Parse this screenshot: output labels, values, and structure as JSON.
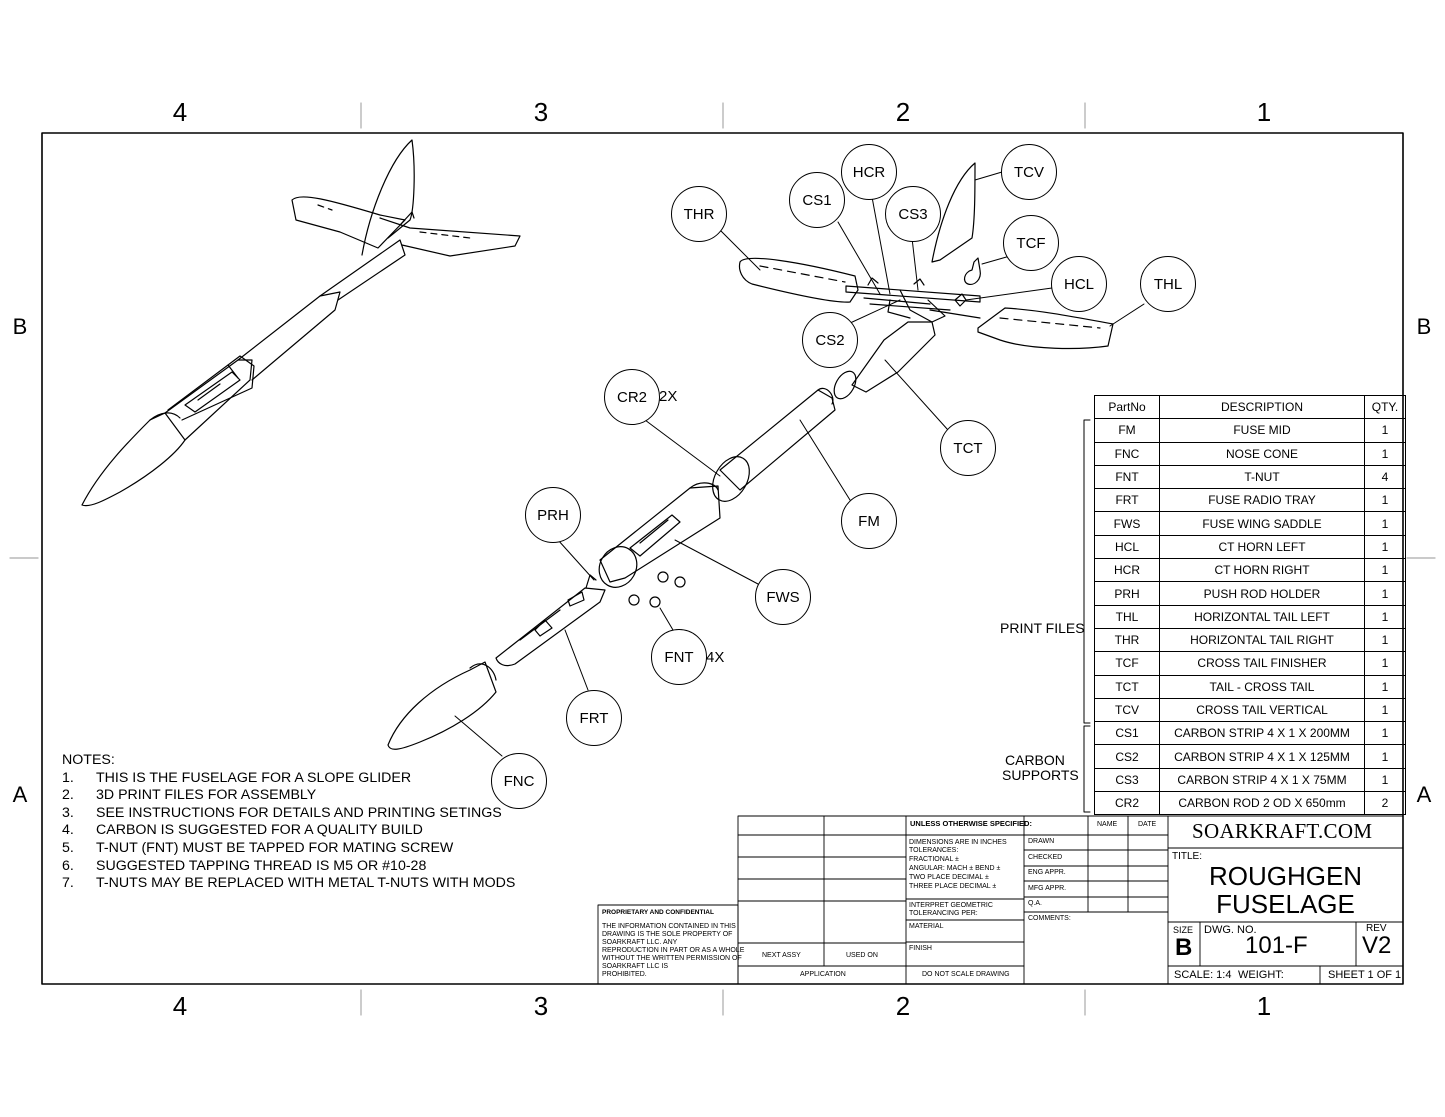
{
  "zones": {
    "cols": [
      "4",
      "3",
      "2",
      "1"
    ],
    "rows": [
      "B",
      "A"
    ]
  },
  "balloons": {
    "hcr": "HCR",
    "tcv": "TCV",
    "cs1": "CS1",
    "cs3": "CS3",
    "thr": "THR",
    "tcf": "TCF",
    "hcl": "HCL",
    "thl": "THL",
    "cs2": "CS2",
    "cr2": "CR2",
    "cr2_qty": "2X",
    "tct": "TCT",
    "fm": "FM",
    "prh": "PRH",
    "fws": "FWS",
    "fnt": "FNT",
    "fnt_qty": "4X",
    "frt": "FRT",
    "fnc": "FNC"
  },
  "bom": {
    "headers": [
      "PartNo",
      "DESCRIPTION",
      "QTY."
    ],
    "rows": [
      [
        "FM",
        "FUSE MID",
        "1"
      ],
      [
        "FNC",
        "NOSE CONE",
        "1"
      ],
      [
        "FNT",
        "T-NUT",
        "4"
      ],
      [
        "FRT",
        "FUSE RADIO TRAY",
        "1"
      ],
      [
        "FWS",
        "FUSE WING SADDLE",
        "1"
      ],
      [
        "HCL",
        "CT HORN LEFT",
        "1"
      ],
      [
        "HCR",
        "CT HORN RIGHT",
        "1"
      ],
      [
        "PRH",
        "PUSH ROD HOLDER",
        "1"
      ],
      [
        "THL",
        "HORIZONTAL TAIL LEFT",
        "1"
      ],
      [
        "THR",
        "HORIZONTAL TAIL RIGHT",
        "1"
      ],
      [
        "TCF",
        "CROSS TAIL FINISHER",
        "1"
      ],
      [
        "TCT",
        "TAIL - CROSS TAIL",
        "1"
      ],
      [
        "TCV",
        "CROSS TAIL VERTICAL",
        "1"
      ],
      [
        "CS1",
        "CARBON STRIP 4 X 1 X 200MM",
        "1"
      ],
      [
        "CS2",
        "CARBON STRIP 4 X 1 X 125MM",
        "1"
      ],
      [
        "CS3",
        "CARBON STRIP 4 X 1 X 75MM",
        "1"
      ],
      [
        "CR2",
        "CARBON ROD 2 OD X 650mm",
        "2"
      ]
    ],
    "group_print": "PRINT FILES",
    "group_carbon_1": "CARBON",
    "group_carbon_2": "SUPPORTS"
  },
  "notes": {
    "title": "NOTES:",
    "items": [
      {
        "n": "1.",
        "text": "THIS IS THE FUSELAGE FOR A SLOPE GLIDER"
      },
      {
        "n": "2.",
        "text": "3D PRINT FILES FOR ASSEMBLY"
      },
      {
        "n": "3.",
        "text": "SEE INSTRUCTIONS FOR DETAILS AND PRINTING SETINGS"
      },
      {
        "n": "4.",
        "text": "CARBON IS SUGGESTED FOR A QUALITY BUILD"
      },
      {
        "n": "5.",
        "text": "T-NUT (FNT) MUST BE TAPPED FOR MATING SCREW"
      },
      {
        "n": "6.",
        "text": "SUGGESTED TAPPING THREAD IS M5 OR #10-28"
      },
      {
        "n": "7.",
        "text": "T-NUTS MAY BE REPLACED WITH METAL T-NUTS WITH MODS"
      }
    ]
  },
  "title_block": {
    "company": "SOARKRAFT.COM",
    "title_label": "TITLE:",
    "title_line1": "ROUGHGEN",
    "title_line2": "FUSELAGE",
    "size_label": "SIZE",
    "size": "B",
    "dwg_label": "DWG.  NO.",
    "dwg_no": "101-F",
    "rev_label": "REV",
    "rev": "V2",
    "scale": "SCALE: 1:4",
    "weight": "WEIGHT:",
    "sheet": "SHEET 1 OF 1",
    "unless": "UNLESS OTHERWISE SPECIFIED:",
    "name": "NAME",
    "date": "DATE",
    "dims1": "DIMENSIONS ARE IN INCHES",
    "dims2": "TOLERANCES:",
    "dims3": "FRACTIONAL ±",
    "dims4": "ANGULAR: MACH ±    BEND ±",
    "dims5": "TWO PLACE DECIMAL    ±",
    "dims6": "THREE PLACE DECIMAL   ±",
    "geo1": "INTERPRET GEOMETRIC",
    "geo2": "TOLERANCING PER:",
    "material": "MATERIAL",
    "finish": "FINISH",
    "drawn": "DRAWN",
    "checked": "CHECKED",
    "eng": "ENG APPR.",
    "mfg": "MFG APPR.",
    "qa": "Q.A.",
    "comments": "COMMENTS:",
    "next_assy": "NEXT ASSY",
    "used_on": "USED ON",
    "application": "APPLICATION",
    "no_scale": "DO NOT SCALE DRAWING",
    "prop_title": "PROPRIETARY AND CONFIDENTIAL",
    "prop1": "THE INFORMATION CONTAINED IN THIS",
    "prop2": "DRAWING IS THE SOLE PROPERTY OF",
    "prop3": "SOARKRAFT LLC.  ANY",
    "prop4": "REPRODUCTION IN PART OR AS A WHOLE",
    "prop5": "WITHOUT THE WRITTEN PERMISSION OF",
    "prop6": "SOARKRAFT LLC IS",
    "prop7": "PROHIBITED."
  }
}
